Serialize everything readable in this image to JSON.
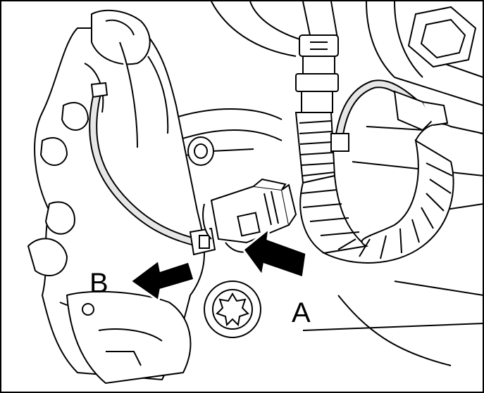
{
  "diagram": {
    "callouts": {
      "a": "A",
      "b": "B"
    },
    "arrows": {
      "a": "arrow-pointing-at-connector",
      "b": "arrow-pointing-at-caliper"
    },
    "colors": {
      "line": "#000000",
      "fill": "#ffffff",
      "hose": "#e6e6e6",
      "arrow": "#000000"
    }
  }
}
